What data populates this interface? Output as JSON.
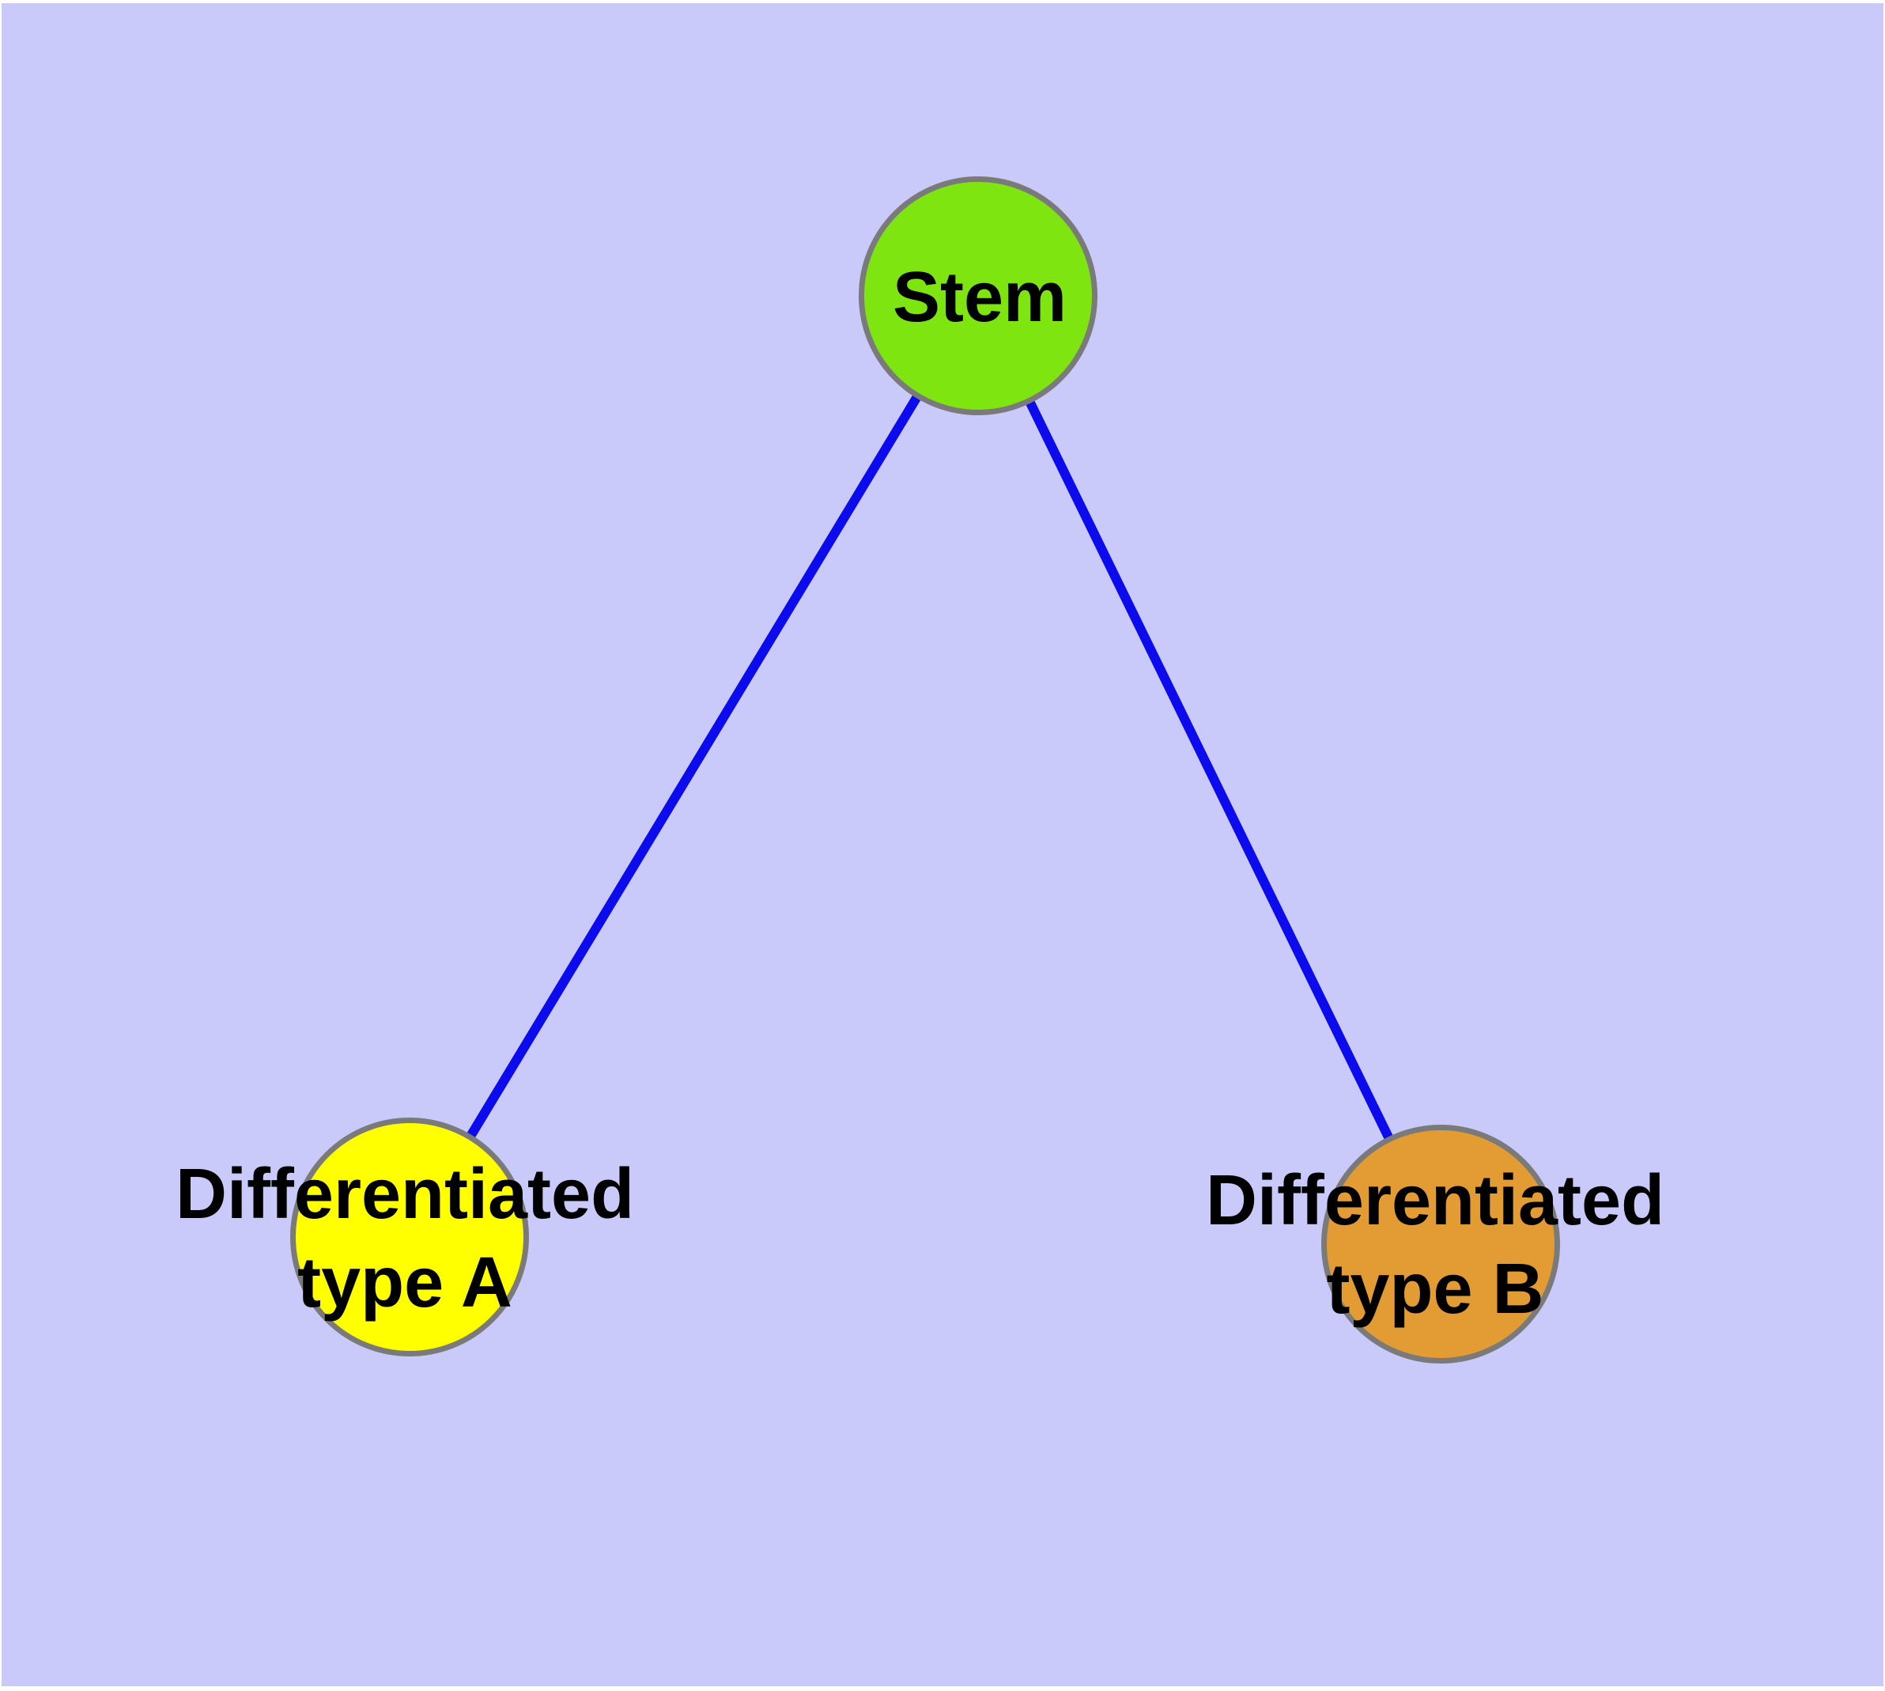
{
  "diagram": {
    "type": "graph",
    "background_color": "#c9c9fa",
    "edge_color": "#0b0bee",
    "node_border_color": "#7a7a7a",
    "label_color": "#000000",
    "nodes": [
      {
        "id": "stem",
        "label": "Stem",
        "shape": "circle",
        "fill": "#7ee511"
      },
      {
        "id": "differentiated-type-a",
        "label": "Differentiated type A",
        "label_line1": "Differentiated",
        "label_line2": "type A",
        "shape": "circle",
        "fill": "#ffff00"
      },
      {
        "id": "differentiated-type-b",
        "label": "Differentiated type B",
        "label_line1": "Differentiated",
        "label_line2": "type B",
        "shape": "circle",
        "fill": "#e39c33"
      }
    ],
    "edges": [
      {
        "from": "stem",
        "to": "differentiated-type-a"
      },
      {
        "from": "stem",
        "to": "differentiated-type-b"
      }
    ]
  }
}
